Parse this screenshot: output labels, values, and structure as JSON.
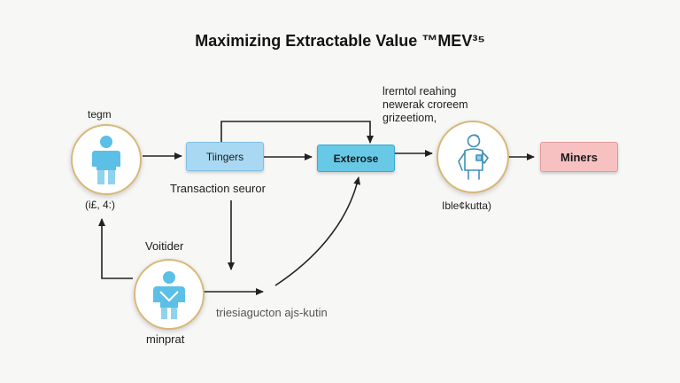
{
  "title": "Maximizing Extractable Value ™MEV³⁵",
  "nodes": {
    "user_circle": {
      "top_label": "tegm",
      "bottom_label": "(i£, 4:)"
    },
    "triggers_box": {
      "label": "Tiingers",
      "caption": "Transaction seuror"
    },
    "extractor_box": {
      "label": "Exterose"
    },
    "miner_circle": {
      "label": "Ible¢kutta)"
    },
    "miners_box": {
      "label": "Miners"
    },
    "voter_circle": {
      "top_label": "Voitider",
      "bottom_label": "minprat"
    }
  },
  "annotation_lines": [
    "lrerntol reahing",
    "newerak croreem",
    "grizeetiom,"
  ],
  "flow_label": "triesiagucton ajs-kutin",
  "colors": {
    "box_blue": "#a9d9f2",
    "box_cyan": "#68c9e6",
    "box_pink": "#f7c1c1",
    "circle_ring": "#d8b877",
    "figure_blue": "#5bbfe6"
  }
}
